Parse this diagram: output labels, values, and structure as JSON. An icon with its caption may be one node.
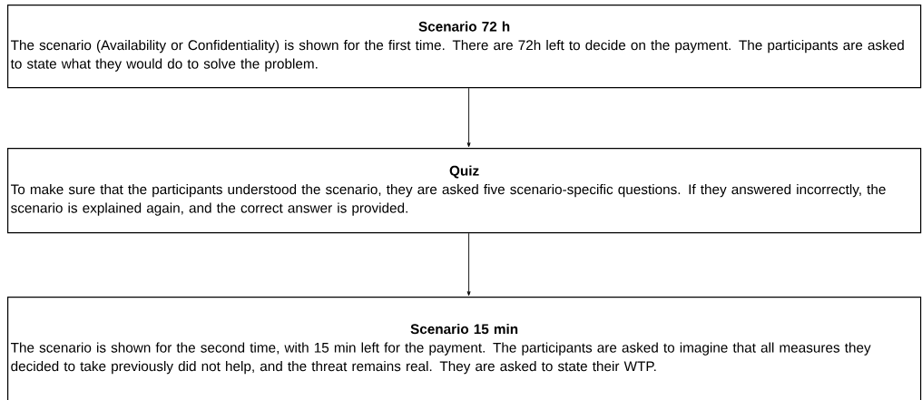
{
  "diagram": {
    "nodes": [
      {
        "text": [
          "Scenario 72 h",
          "The scenario (Availability or Confidentiality) is shown for the first time. There are 72h left to decide on the payment. The participants are asked to state what they would do to solve the problem."
        ]
      },
      {
        "text": [
          "Quiz",
          "To make sure that the participants understood the scenario, they are asked five scenario-specific questions. If they answered incorrectly, the scenario is explained again, and the correct answer is provided."
        ]
      },
      {
        "text": [
          "Scenario 15 min",
          "The scenario is shown for the second time, with 15 min left for the payment. The participants are asked to imagine that all measures they decided to take previously did not help, and the threat remains real. They are asked to state their WTP."
        ]
      }
    ],
    "edges": [
      {
        "from": 0,
        "to": 1,
        "arrow": "to"
      },
      {
        "from": 1,
        "to": 2,
        "arrow": "to"
      }
    ]
  }
}
